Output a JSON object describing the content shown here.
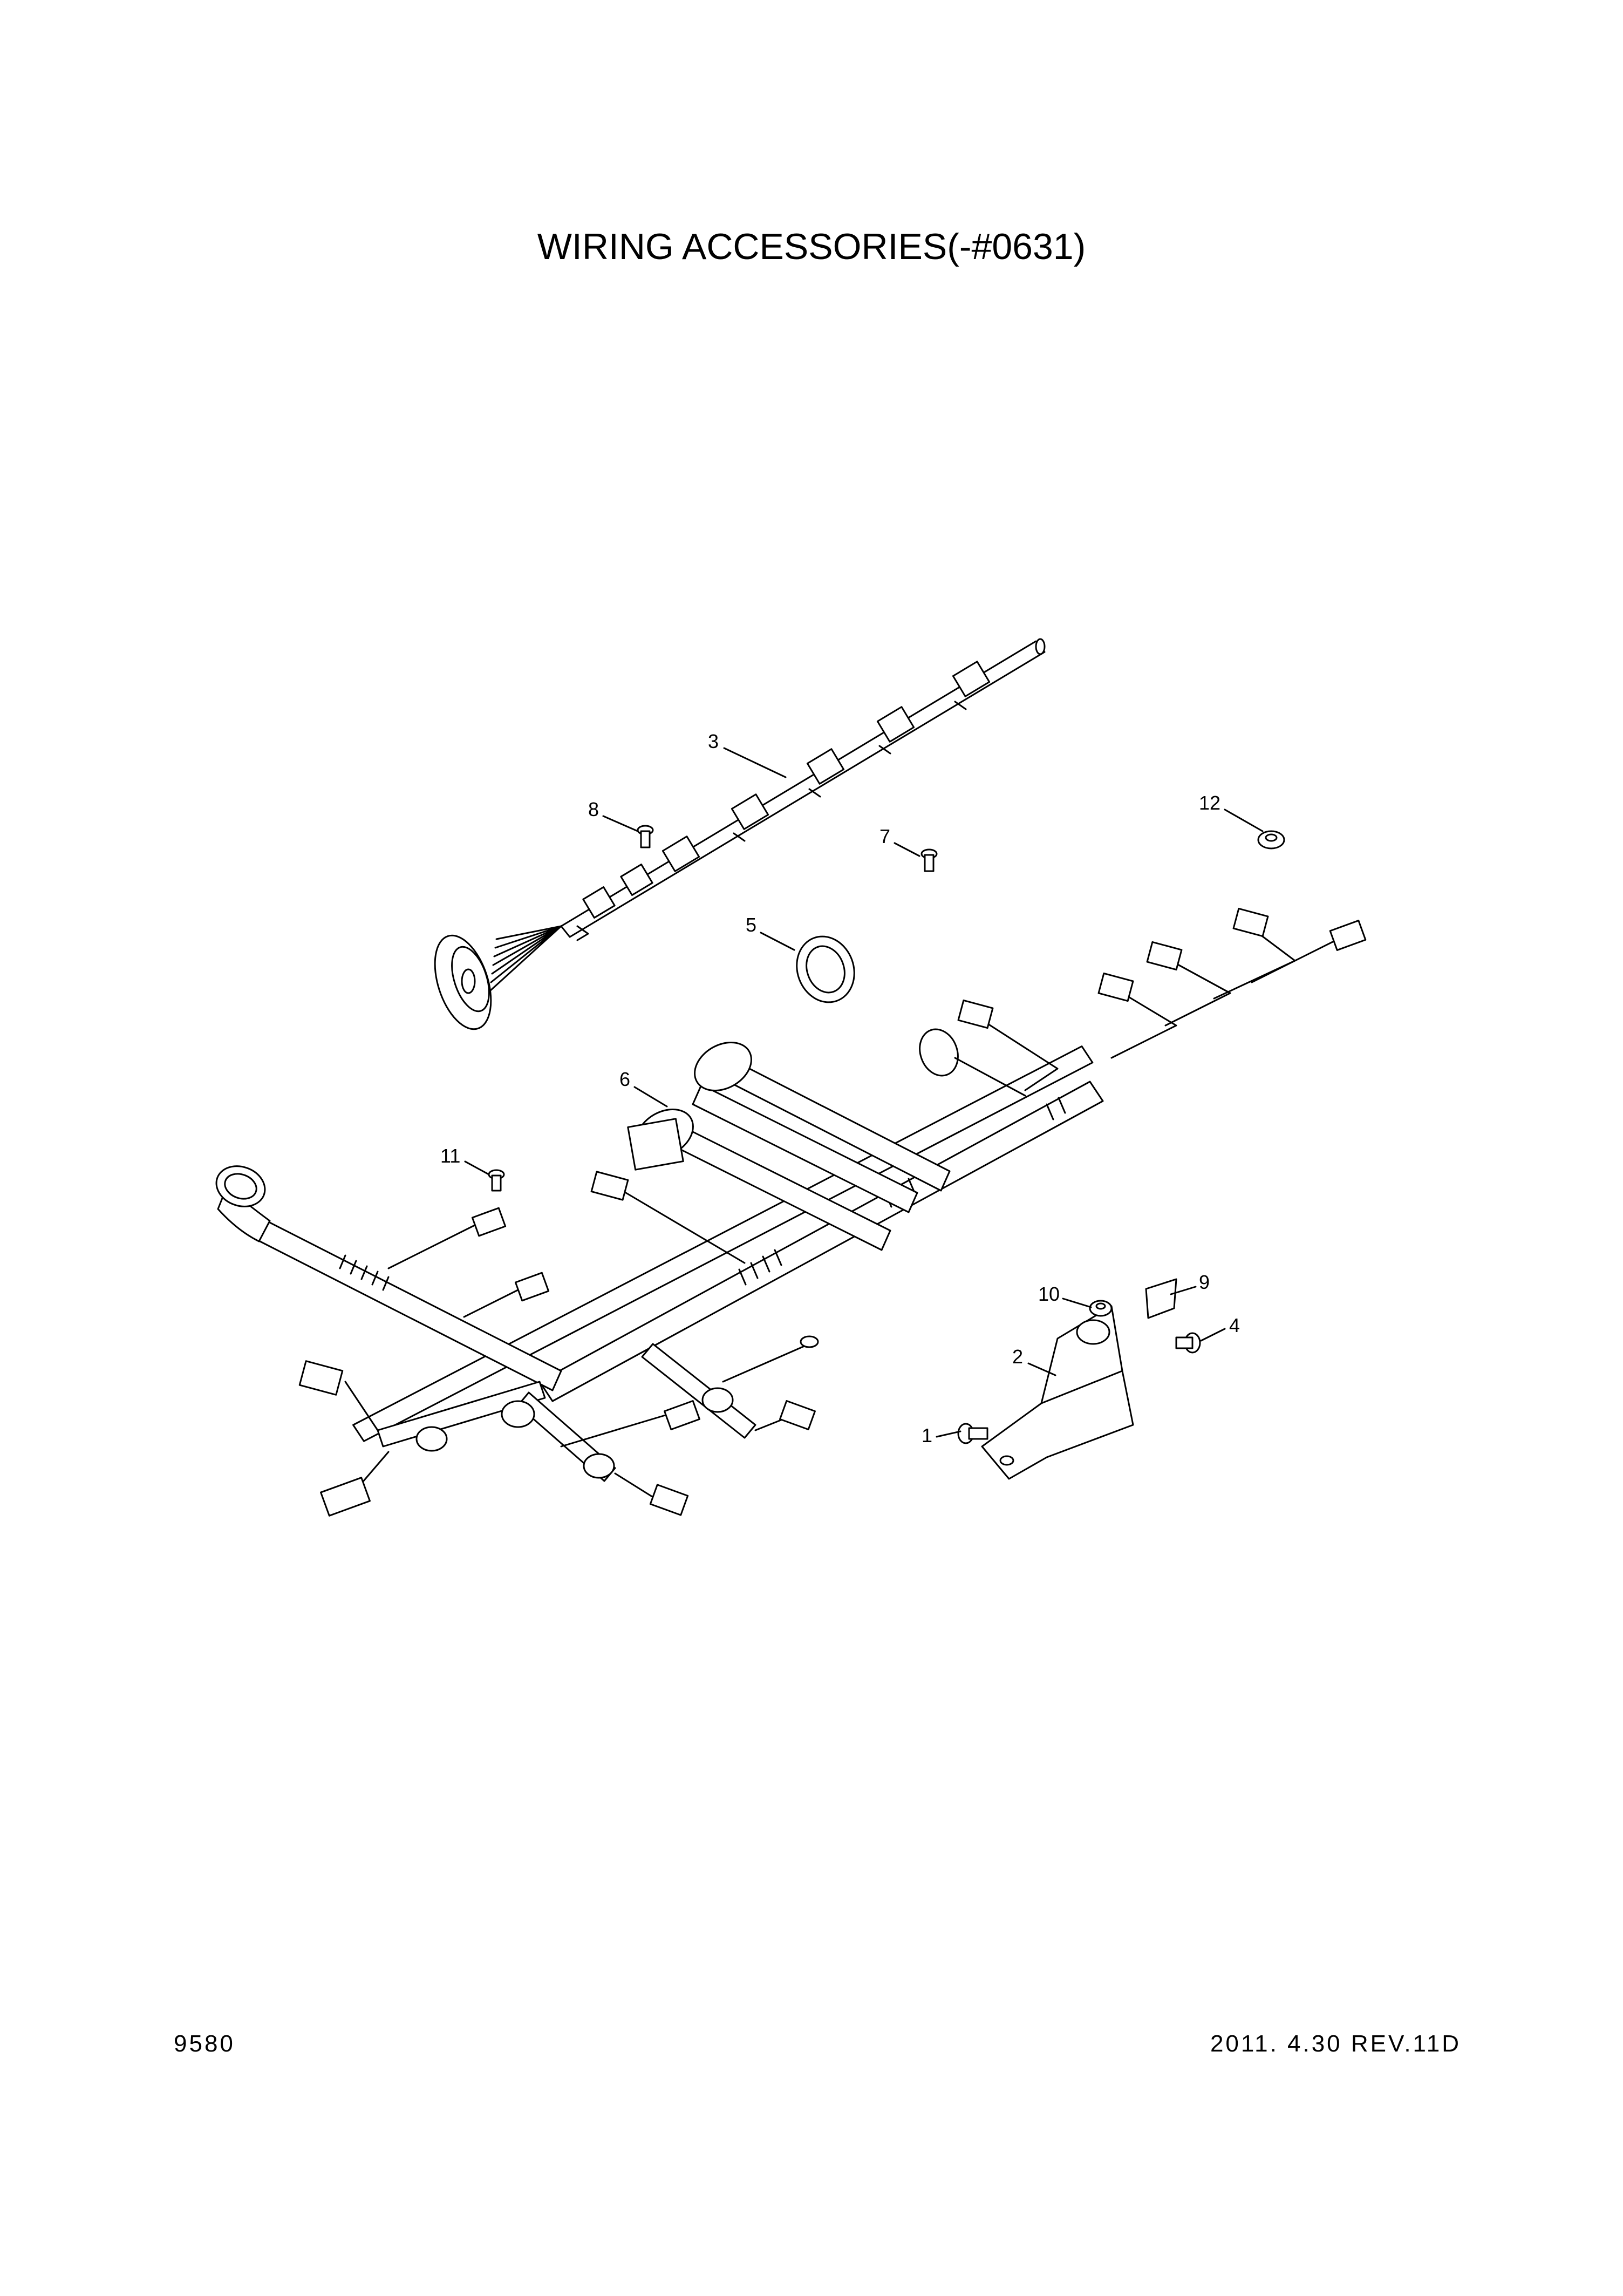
{
  "title": "WIRING ACCESSORIES(-#0631)",
  "footer": {
    "page_number": "9580",
    "revision": "2011. 4.30  REV.11D"
  },
  "callouts": [
    {
      "id": "c1",
      "label": "1"
    },
    {
      "id": "c2",
      "label": "2"
    },
    {
      "id": "c3",
      "label": "3"
    },
    {
      "id": "c4",
      "label": "4"
    },
    {
      "id": "c5",
      "label": "5"
    },
    {
      "id": "c6",
      "label": "6"
    },
    {
      "id": "c7",
      "label": "7"
    },
    {
      "id": "c8",
      "label": "8"
    },
    {
      "id": "c9",
      "label": "9"
    },
    {
      "id": "c10",
      "label": "10"
    },
    {
      "id": "c11",
      "label": "11"
    },
    {
      "id": "c12",
      "label": "12"
    }
  ]
}
